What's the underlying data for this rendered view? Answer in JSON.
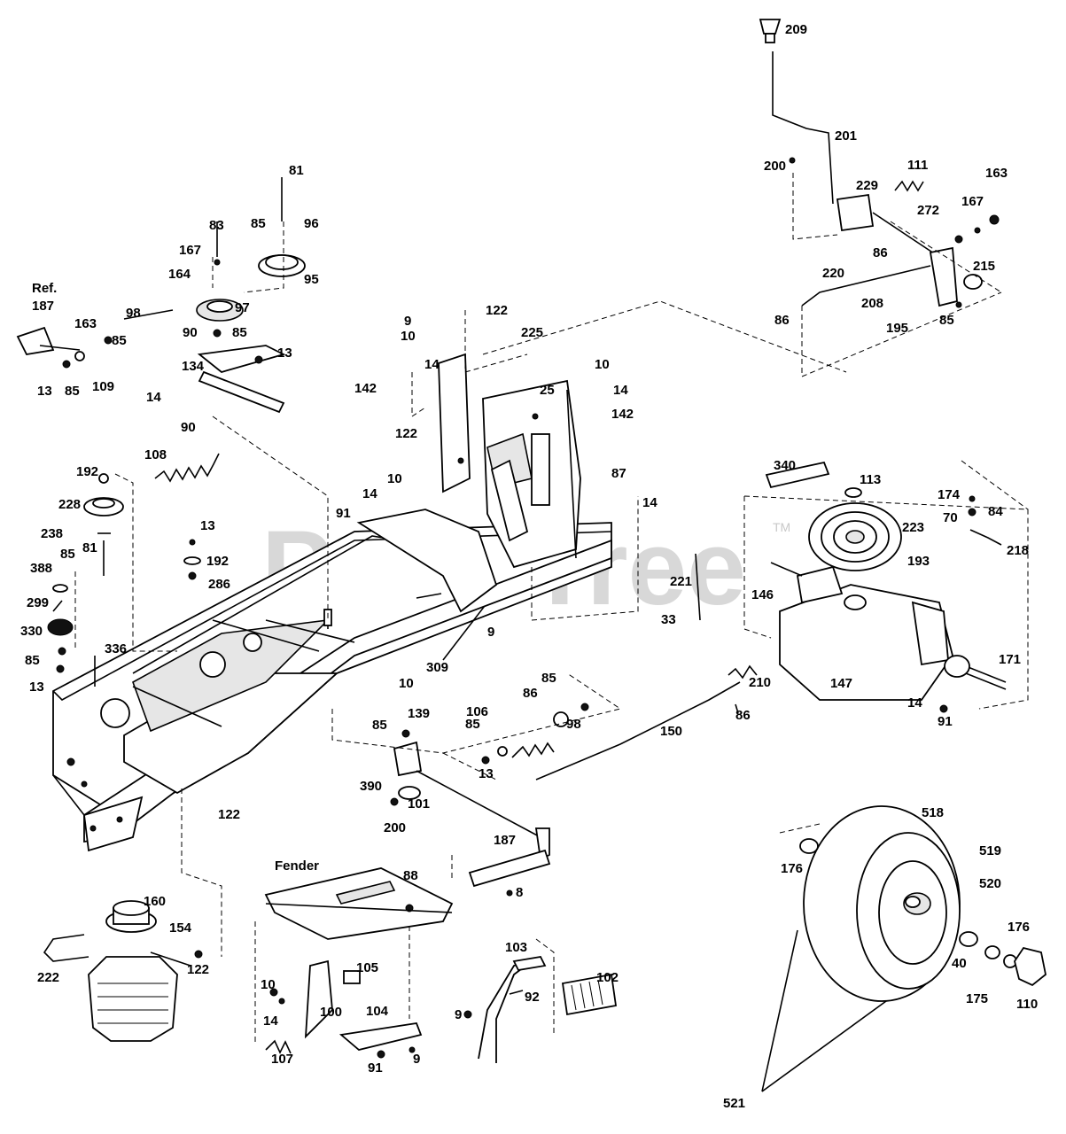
{
  "watermark": {
    "text": "PartsTree",
    "trademark": "TM"
  },
  "captions": {
    "ref": "Ref.",
    "fender": "Fender"
  },
  "labels": [
    "209",
    "201",
    "200",
    "229",
    "111",
    "163",
    "167",
    "272",
    "215",
    "86",
    "220",
    "208",
    "195",
    "85",
    "81",
    "85",
    "96",
    "83",
    "167",
    "164",
    "95",
    "97",
    "90",
    "85",
    "13",
    "134",
    "14",
    "90",
    "98",
    "163",
    "85",
    "109",
    "13",
    "85",
    "187",
    "9",
    "10",
    "14",
    "142",
    "122",
    "225",
    "25",
    "10",
    "14",
    "142",
    "122",
    "14",
    "10",
    "91",
    "87",
    "14",
    "108",
    "192",
    "228",
    "238",
    "85",
    "81",
    "13",
    "192",
    "286",
    "388",
    "299",
    "330",
    "336",
    "85",
    "13",
    "340",
    "113",
    "223",
    "193",
    "174",
    "84",
    "70",
    "218",
    "221",
    "33",
    "146",
    "171",
    "147",
    "14",
    "91",
    "210",
    "86",
    "150",
    "309",
    "10",
    "9",
    "86",
    "85",
    "98",
    "106",
    "85",
    "13",
    "139",
    "85",
    "390",
    "101",
    "200",
    "187",
    "8",
    "122",
    "160",
    "154",
    "222",
    "122",
    "88",
    "10",
    "14",
    "105",
    "100",
    "104",
    "107",
    "91",
    "9",
    "103",
    "92",
    "102",
    "9",
    "518",
    "176",
    "519",
    "520",
    "176",
    "40",
    "175",
    "110",
    "521"
  ]
}
